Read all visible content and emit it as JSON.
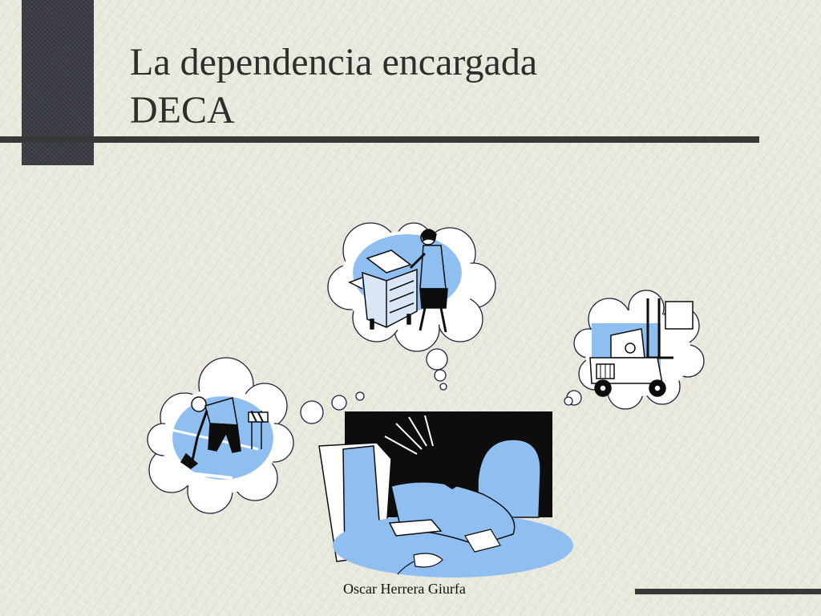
{
  "slide": {
    "title_line1": "La dependencia encargada",
    "title_line2": "DECA",
    "footer": "Oscar Herrera Giurfa"
  },
  "illustration": {
    "icons": [
      "dreaming-worker-icon",
      "photocopier-worker-icon",
      "forklift-icon",
      "construction-worker-icon"
    ],
    "colors": {
      "accent": "#8fbef0",
      "ink": "#0d0d0d"
    }
  }
}
